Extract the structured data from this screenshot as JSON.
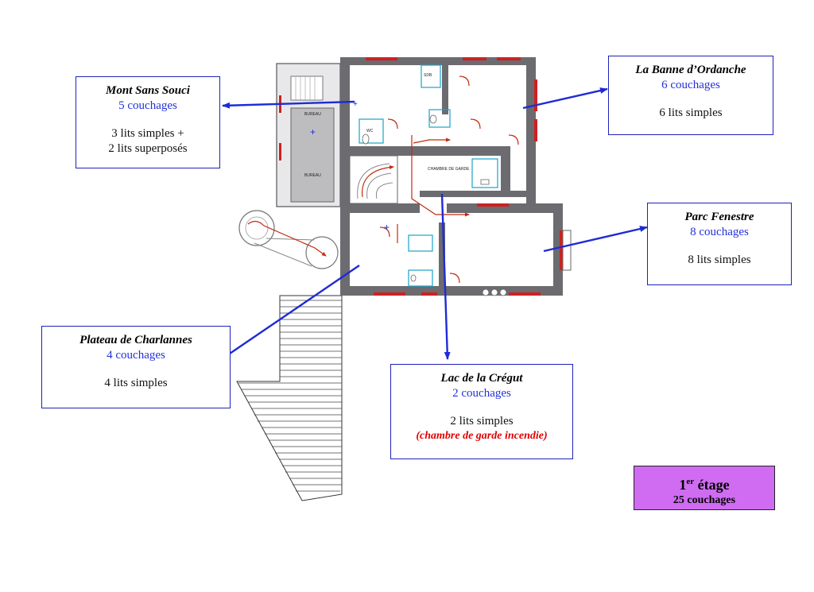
{
  "rooms": [
    {
      "id": "mont-sans-souci",
      "name": "Mont Sans Souci",
      "beds": "5 couchages",
      "desc_line1": "3 lits simples +",
      "desc_line2": "2 lits superposés"
    },
    {
      "id": "banne-ordanche",
      "name": "La Banne d’Ordanche",
      "beds": "6 couchages",
      "desc_line1": "6 lits simples"
    },
    {
      "id": "parc-fenestre",
      "name": "Parc Fenestre",
      "beds": "8  couchages",
      "desc_line1": "8 lits simples"
    },
    {
      "id": "plateau-charlannes",
      "name": "Plateau de Charlannes",
      "beds": "4 couchages",
      "desc_line1": "4 lits simples"
    },
    {
      "id": "lac-cregut",
      "name": "Lac de la Crégut",
      "beds": "2 couchages",
      "desc_line1": "2 lits simples",
      "note": "(chambre de garde incendie)"
    }
  ],
  "floor": {
    "number": "1",
    "superscript": "er",
    "label": "étage",
    "total": "25 couchages"
  },
  "plan_labels": {
    "bureau_top": "BUREAU",
    "bureau_bottom": "BUREAU",
    "chambre_garde": "CHAMBRE DE GARDE",
    "sdb": "SDB",
    "wc": "WC"
  },
  "colors": {
    "arrow": "#1f2bd6",
    "box_border": "#1e22b8",
    "beds_text": "#2430d8",
    "note_text": "#e00000",
    "floor_box": "#cf6cf2",
    "wall": "#6b6b70",
    "window": "#d02020",
    "office_fill": "#bdbdc0"
  }
}
